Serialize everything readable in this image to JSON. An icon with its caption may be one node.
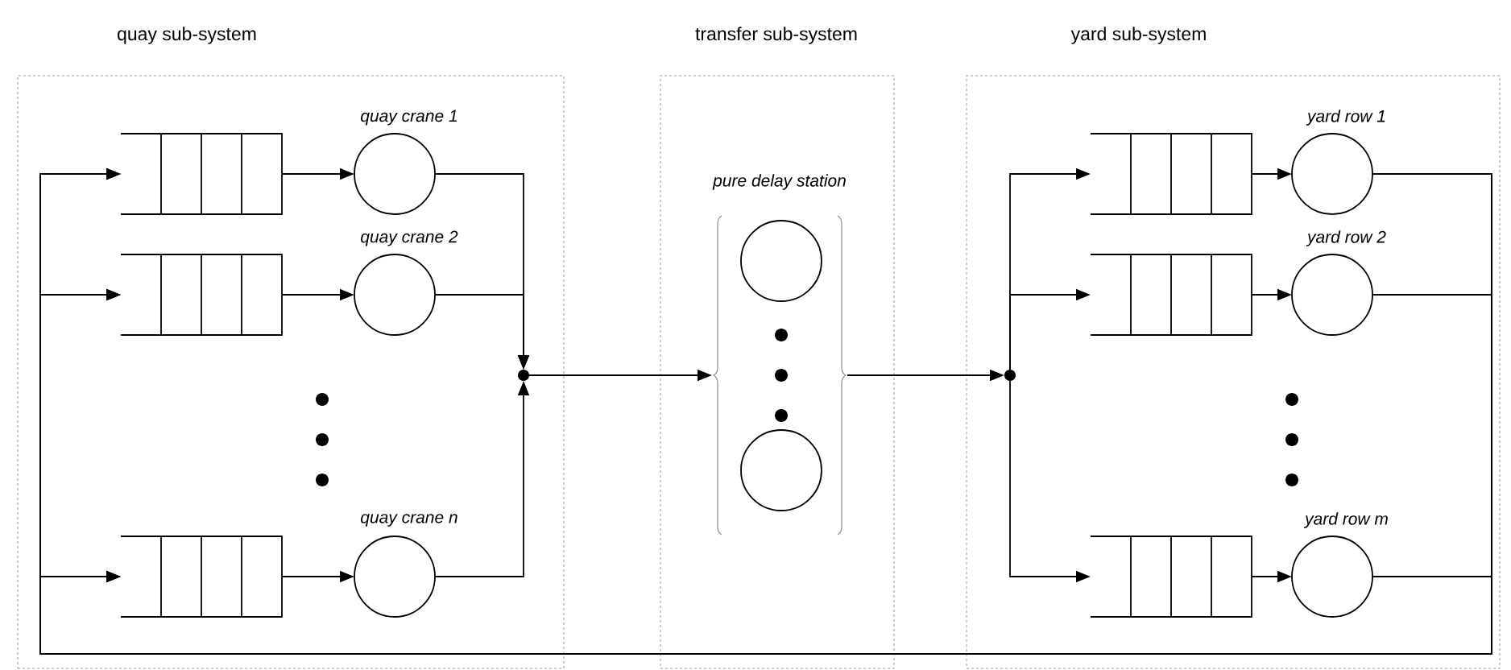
{
  "diagram": {
    "nodes": [
      {
        "text": [
          "quay sub-system"
        ]
      },
      {
        "text": [
          "transfer sub-system"
        ]
      },
      {
        "text": [
          "yard sub-system"
        ]
      },
      {
        "text": [],
        "shape": "queue",
        "in": 0
      },
      {
        "text": [
          "quay crane 1"
        ],
        "in": 0
      },
      {
        "text": [],
        "shape": "queue",
        "in": 0
      },
      {
        "text": [
          "quay crane 2"
        ],
        "in": 0
      },
      {
        "text": [],
        "shape": "queue",
        "in": 0
      },
      {
        "text": [
          "quay crane n"
        ],
        "in": 0
      },
      {
        "text": [],
        "shape": "dot",
        "in": 0
      },
      {
        "text": [
          "pure delay station"
        ],
        "in": 1
      },
      {
        "text": [],
        "shape": "circle",
        "in": 10
      },
      {
        "text": [],
        "shape": "circle",
        "in": 10
      },
      {
        "text": [],
        "shape": "dot",
        "in": 2
      },
      {
        "text": [],
        "shape": "queue",
        "in": 2
      },
      {
        "text": [
          "yard row 1"
        ],
        "in": 2
      },
      {
        "text": [],
        "shape": "queue",
        "in": 2
      },
      {
        "text": [
          "yard row 2"
        ],
        "in": 2
      },
      {
        "text": [],
        "shape": "queue",
        "in": 2
      },
      {
        "text": [
          "yard row m"
        ],
        "in": 2
      }
    ],
    "edges": [
      {
        "from": 3,
        "to": 4,
        "arrow": "to"
      },
      {
        "from": 5,
        "to": 6,
        "arrow": "to"
      },
      {
        "from": 7,
        "to": 8,
        "arrow": "to"
      },
      {
        "from": 4,
        "to": 9,
        "arrow": "to"
      },
      {
        "from": 6,
        "to": 9,
        "arrow": "to"
      },
      {
        "from": 8,
        "to": 9,
        "arrow": "to"
      },
      {
        "from": 9,
        "to": 10,
        "arrow": "to"
      },
      {
        "from": 10,
        "to": 13,
        "arrow": "to"
      },
      {
        "from": 13,
        "to": 14,
        "arrow": "to"
      },
      {
        "from": 13,
        "to": 16,
        "arrow": "to"
      },
      {
        "from": 13,
        "to": 18,
        "arrow": "to"
      },
      {
        "from": 14,
        "to": 15,
        "arrow": "to"
      },
      {
        "from": 16,
        "to": 17,
        "arrow": "to"
      },
      {
        "from": 18,
        "to": 19,
        "arrow": "to"
      },
      {
        "from": 15,
        "to": 3,
        "arrow": "to"
      },
      {
        "from": 15,
        "to": 5,
        "arrow": "to"
      },
      {
        "from": 15,
        "to": 7,
        "arrow": "to"
      },
      {
        "from": 17,
        "to": 3,
        "arrow": "to"
      },
      {
        "from": 17,
        "to": 5,
        "arrow": "to"
      },
      {
        "from": 17,
        "to": 7,
        "arrow": "to"
      },
      {
        "from": 19,
        "to": 3,
        "arrow": "to"
      },
      {
        "from": 19,
        "to": 5,
        "arrow": "to"
      },
      {
        "from": 19,
        "to": 7,
        "arrow": "to"
      }
    ]
  }
}
